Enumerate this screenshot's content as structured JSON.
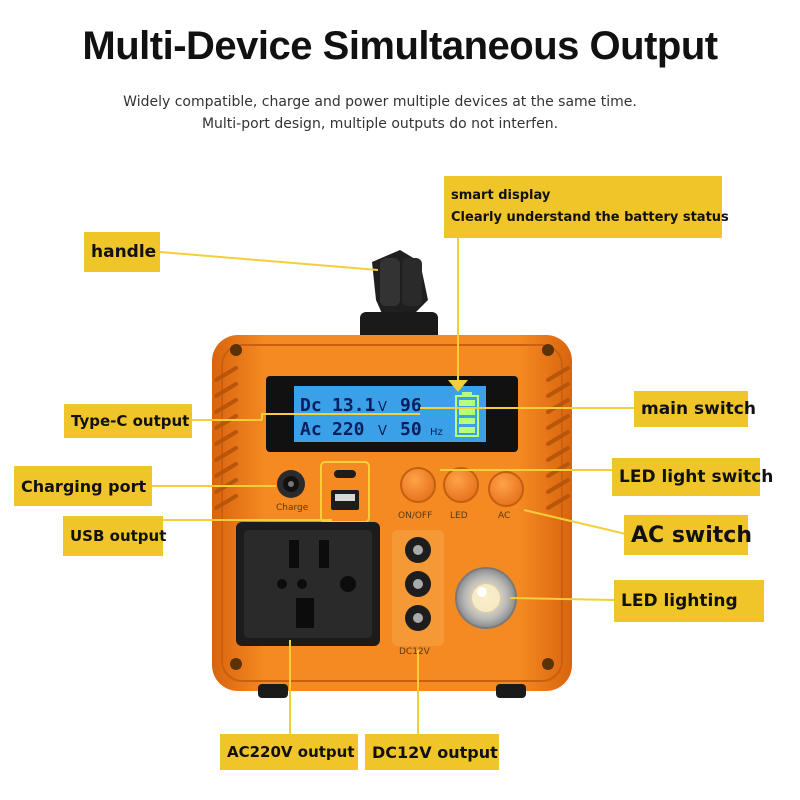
{
  "heading": {
    "title": "Multi-Device Simultaneous Output",
    "subtitle_line1": "Widely compatible, charge and power multiple devices at the same time.",
    "subtitle_line2": "Multi-port design, multiple outputs do not interfen."
  },
  "labels": {
    "handle": "handle",
    "smart_display_title": "smart display",
    "smart_display_desc": "Clearly understand the battery status",
    "type_c_output": "Type-C output",
    "main_switch": "main switch",
    "charging_port": "Charging port",
    "led_light_switch": "LED light switch",
    "usb_output": "USB output",
    "ac_switch": "AC switch",
    "led_lighting": "LED lighting",
    "ac220v_output": "AC220V output",
    "dc12v_output": "DC12V output"
  },
  "display": {
    "row1_prefix": "Dc",
    "row1_value": "13.1",
    "row1_unit": "V",
    "row1_percent": "96",
    "row2_prefix": "Ac",
    "row2_value": "220",
    "row2_unit": "V",
    "row2_freq": "50",
    "row2_freq_unit": "Hz"
  },
  "panel": {
    "charge_text": "Charge",
    "onoff_text": "ON/OFF",
    "led_text": "LED",
    "ac_text": "AC",
    "dc_text": "DC12V"
  },
  "colors": {
    "accent_label": "#f0c52a",
    "device_orange": "#f07d1a",
    "lcd_blue": "#3aa0e8"
  }
}
